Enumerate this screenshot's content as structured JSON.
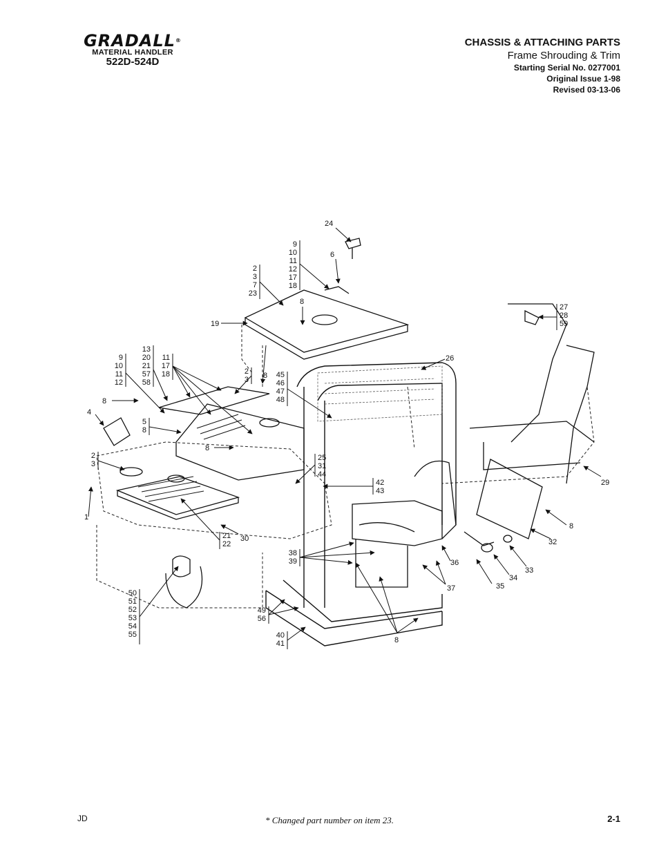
{
  "brand": {
    "logo": "GRADALL",
    "reg": "®",
    "subtitle": "MATERIAL HANDLER",
    "model": "522D-524D"
  },
  "header": {
    "title": "CHASSIS & ATTACHING PARTS",
    "subtitle": "Frame Shrouding & Trim",
    "serial": "Starting Serial No. 0277001",
    "issue": "Original Issue 1-98",
    "revised": "Revised 03-13-06"
  },
  "callouts": {
    "c24": "24",
    "c6": "6",
    "g_9_18": [
      "9",
      "10",
      "11",
      "12",
      "17",
      "18"
    ],
    "g_2_23": [
      "2",
      "3",
      "7",
      "23"
    ],
    "c8_top": "8",
    "c19": "19",
    "g_27_59": [
      "27",
      "28",
      "59"
    ],
    "c26": "26",
    "g_13_58": [
      "13",
      "20",
      "21",
      "57",
      "58"
    ],
    "g_11_18": [
      "11",
      "17",
      "18"
    ],
    "g_9_12": [
      "9",
      "10",
      "11",
      "12"
    ],
    "g_2_3a": [
      "2",
      "3"
    ],
    "c8_mid": "8",
    "g_45_48": [
      "45",
      "46",
      "47",
      "48"
    ],
    "c8_left": "8",
    "c4": "4",
    "g_5_8": [
      "5",
      "8"
    ],
    "c8_center": "8",
    "g_2_3b": [
      "2",
      "3"
    ],
    "g_25_44": [
      "25",
      "31",
      "44"
    ],
    "g_42_43": [
      "42",
      "43"
    ],
    "c29": "29",
    "c1": "1",
    "g_21_22": [
      "21",
      "22"
    ],
    "c30": "30",
    "c8_right": "8",
    "c32": "32",
    "g_38_39": [
      "38",
      "39"
    ],
    "c36": "36",
    "c33": "33",
    "c34": "34",
    "c35": "35",
    "c37": "37",
    "g_50_55": [
      "50",
      "51",
      "52",
      "53",
      "54",
      "55"
    ],
    "g_49_56": [
      "49",
      "56"
    ],
    "g_40_41": [
      "40",
      "41"
    ],
    "c8_bottom": "8"
  },
  "footer": {
    "left": "JD",
    "note": "* Changed part number on item 23.",
    "page": "2-1"
  }
}
